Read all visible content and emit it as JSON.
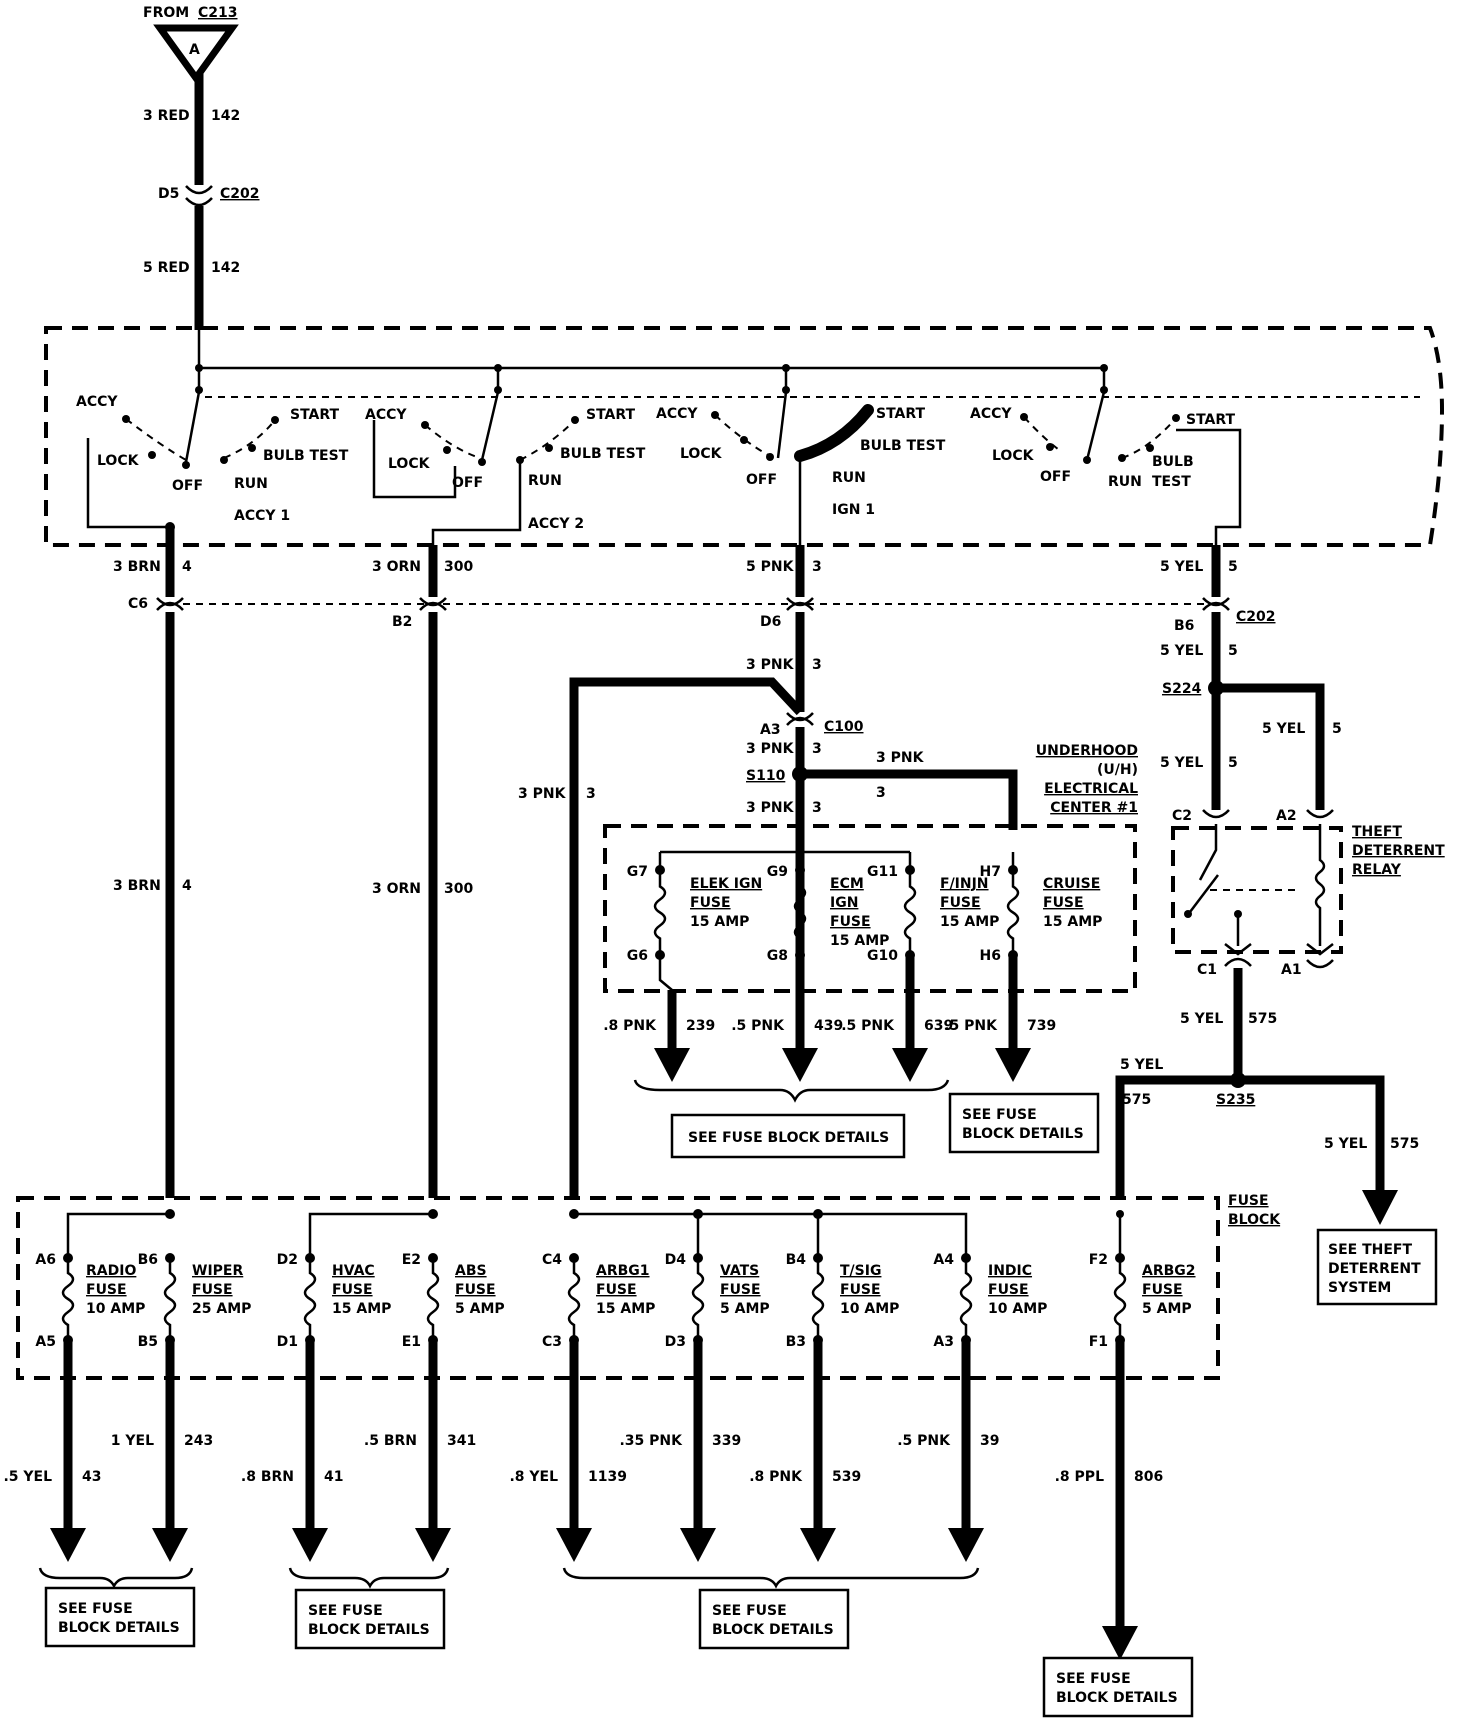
{
  "source": {
    "label": "FROM",
    "connector": "C213",
    "id": "A"
  },
  "wires": {
    "feed_upper": {
      "gauge": "3 RED",
      "circuit": "142"
    },
    "feed_lower": {
      "gauge": "5 RED",
      "circuit": "142"
    },
    "accy1_out": {
      "gauge": "3 BRN",
      "circuit": "4"
    },
    "accy1_down": {
      "gauge": "3 BRN",
      "circuit": "4"
    },
    "accy2_out": {
      "gauge": "3 ORN",
      "circuit": "300"
    },
    "accy2_down": {
      "gauge": "3 ORN",
      "circuit": "300"
    },
    "ign1_out": {
      "gauge": "5 PNK",
      "circuit": "3"
    },
    "ign1_after_d6": {
      "gauge": "3 PNK",
      "circuit": "3"
    },
    "ign1_after_c100": {
      "gauge": "3 PNK",
      "circuit": "3"
    },
    "ign1_to_uh": {
      "gauge": "3 PNK",
      "circuit": "3"
    },
    "uh_branch": {
      "gauge": "3 PNK",
      "circuit": "3"
    },
    "left_branch": {
      "gauge": "3 PNK",
      "circuit": "3"
    },
    "start_out": {
      "gauge": "5 YEL",
      "circuit": "5"
    },
    "start_after_b6": {
      "gauge": "5 YEL",
      "circuit": "5"
    },
    "s224_right": {
      "gauge": "5 YEL",
      "circuit": "5"
    },
    "s224_down": {
      "gauge": "5 YEL",
      "circuit": "5"
    },
    "relay_out": {
      "gauge": "5 YEL",
      "circuit": "575"
    },
    "s235_left": {
      "gauge": "5 YEL",
      "circuit": "575"
    },
    "s235_right": {
      "gauge": "5 YEL",
      "circuit": "575"
    }
  },
  "connectors": {
    "d5": "D5",
    "c202": "C202",
    "c6": "C6",
    "b2": "B2",
    "d6": "D6",
    "b6": "B6",
    "c100": "C100",
    "a3": "A3"
  },
  "splices": {
    "s110": "S110",
    "s224": "S224",
    "s235": "S235"
  },
  "switch_labels": {
    "accy": "ACCY",
    "lock": "LOCK",
    "off": "OFF",
    "run": "RUN",
    "start": "START",
    "bulb_test": "BULB TEST",
    "bulb": "BULB",
    "test": "TEST",
    "accy1": "ACCY 1",
    "accy2": "ACCY 2",
    "ign1": "IGN 1"
  },
  "underhood": {
    "line1": "UNDERHOOD",
    "line2": "(U/H)",
    "line3": "ELECTRICAL",
    "line4": "CENTER #1"
  },
  "uh_fuses": [
    {
      "top": "G7",
      "bottom": "G6",
      "name": [
        "ELEK IGN",
        "FUSE"
      ],
      "rating": "15 AMP",
      "gauge": ".8 PNK",
      "circuit": "239"
    },
    {
      "top": "G9",
      "bottom": "G8",
      "name": [
        "ECM",
        "IGN",
        "FUSE"
      ],
      "rating": "15 AMP",
      "gauge": ".5 PNK",
      "circuit": "439"
    },
    {
      "top": "G11",
      "bottom": "G10",
      "name": [
        "F/INJN",
        "FUSE"
      ],
      "rating": "15 AMP",
      "gauge": ".5 PNK",
      "circuit": "639"
    },
    {
      "top": "H7",
      "bottom": "H6",
      "name": [
        "CRUISE",
        "FUSE"
      ],
      "rating": "15 AMP",
      "gauge": ".5 PNK",
      "circuit": "739"
    }
  ],
  "relay": {
    "name": [
      "THEFT",
      "DETERRENT",
      "RELAY"
    ],
    "c2": "C2",
    "a2": "A2",
    "c1": "C1",
    "a1": "A1"
  },
  "fuse_block": {
    "label": [
      "FUSE",
      "BLOCK"
    ],
    "fuses": [
      {
        "top": "A6",
        "bottom": "A5",
        "name": [
          "RADIO",
          "FUSE"
        ],
        "rating": "10 AMP",
        "gauge": ".5 YEL",
        "circuit": "43"
      },
      {
        "top": "B6",
        "bottom": "B5",
        "name": [
          "WIPER",
          "FUSE"
        ],
        "rating": "25 AMP",
        "gauge": "1 YEL",
        "circuit": "243"
      },
      {
        "top": "D2",
        "bottom": "D1",
        "name": [
          "HVAC",
          "FUSE"
        ],
        "rating": "15 AMP",
        "gauge": ".8 BRN",
        "circuit": "41"
      },
      {
        "top": "E2",
        "bottom": "E1",
        "name": [
          "ABS",
          "FUSE"
        ],
        "rating": "5 AMP",
        "gauge": ".5 BRN",
        "circuit": "341"
      },
      {
        "top": "C4",
        "bottom": "C3",
        "name": [
          "ARBG1",
          "FUSE"
        ],
        "rating": "15 AMP",
        "gauge": ".8 YEL",
        "circuit": "1139"
      },
      {
        "top": "D4",
        "bottom": "D3",
        "name": [
          "VATS",
          "FUSE"
        ],
        "rating": "5 AMP",
        "gauge": ".35 PNK",
        "circuit": "339"
      },
      {
        "top": "B4",
        "bottom": "B3",
        "name": [
          "T/SIG",
          "FUSE"
        ],
        "rating": "10 AMP",
        "gauge": ".8 PNK",
        "circuit": "539"
      },
      {
        "top": "A4",
        "bottom": "A3",
        "name": [
          "INDIC",
          "FUSE"
        ],
        "rating": "10 AMP",
        "gauge": ".5 PNK",
        "circuit": "39"
      },
      {
        "top": "F2",
        "bottom": "F1",
        "name": [
          "ARBG2",
          "FUSE"
        ],
        "rating": "5 AMP",
        "gauge": ".8 PPL",
        "circuit": "806"
      }
    ]
  },
  "refs": {
    "see_fuse_block": [
      "SEE FUSE BLOCK DETAILS"
    ],
    "see_fuse_block_2line": [
      "SEE FUSE",
      "BLOCK DETAILS"
    ],
    "see_theft": [
      "SEE THEFT",
      "DETERRENT",
      "SYSTEM"
    ]
  }
}
